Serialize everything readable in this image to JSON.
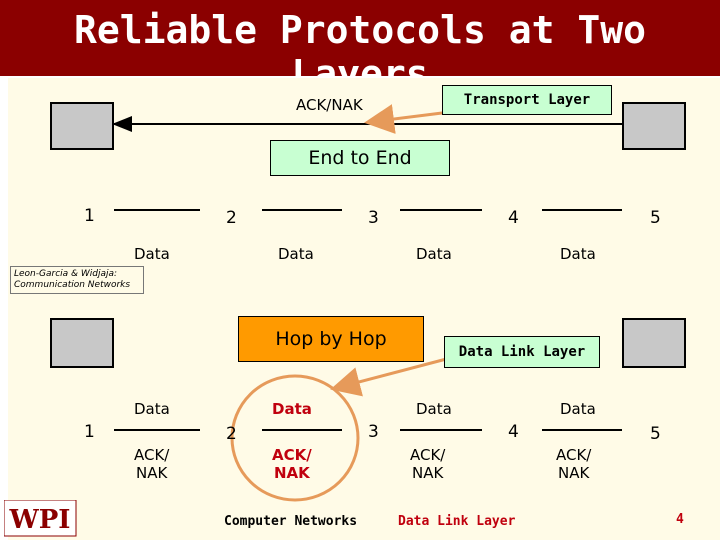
{
  "slide": {
    "title": "Reliable Protocols at Two Layers"
  },
  "top": {
    "ack_nak_label": "ACK/NAK",
    "transport_layer_label": "Transport Layer",
    "end_to_end_label": "End to End",
    "nodes": [
      "1",
      "2",
      "3",
      "4",
      "5"
    ],
    "data_labels": [
      "Data",
      "Data",
      "Data",
      "Data"
    ]
  },
  "citation": {
    "line1": "Leon-Garcia & Widjaja:",
    "line2": "Communication Networks"
  },
  "bottom": {
    "hop_by_hop_label": "Hop by Hop",
    "data_link_layer_label": "Data Link Layer",
    "nodes": [
      "1",
      "2",
      "3",
      "4",
      "5"
    ],
    "data_labels": [
      "Data",
      "Data",
      "Data",
      "Data"
    ],
    "ack_labels": [
      "ACK/\nNAK",
      "ACK/\nNAK",
      "ACK/\nNAK",
      "ACK/\nNAK"
    ]
  },
  "footer": {
    "left": "Computer Networks",
    "center": "Data Link Layer",
    "page": "4",
    "logo": "WPI"
  },
  "colors": {
    "header_bg": "#8b0000",
    "content_bg": "#fffbe7",
    "callout_bg": "#c8ffd2",
    "callout_orange_bg": "#ff9a00",
    "highlight_red": "#c0000e",
    "box_gray": "#c8c8c8",
    "arrow_orange": "#e69a5a"
  }
}
